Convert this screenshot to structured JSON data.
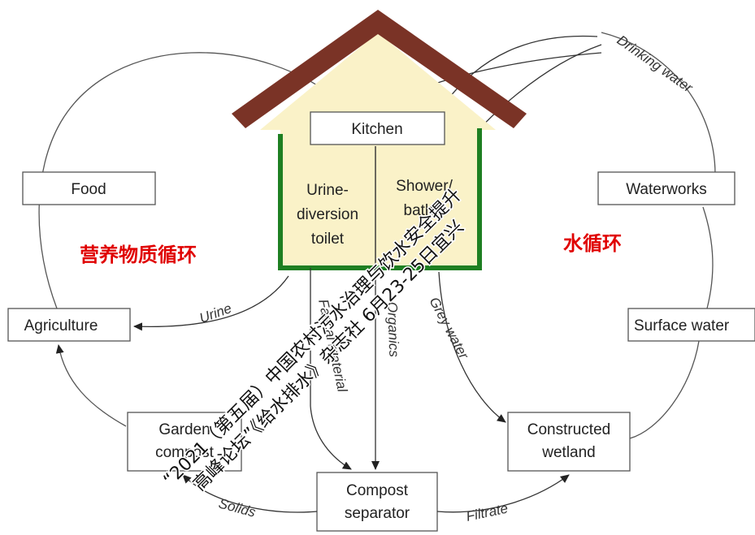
{
  "nodes": {
    "kitchen": "Kitchen",
    "urine_toilet": [
      "Urine-",
      "diversion",
      "toilet"
    ],
    "shower_bath": [
      "Shower/",
      "bath"
    ],
    "food": "Food",
    "waterworks": "Waterworks",
    "agriculture": "Agriculture",
    "surface_water": "Surface water",
    "garden_compost": [
      "Garden",
      "compost"
    ],
    "constructed_wetland": [
      "Constructed",
      "wetland"
    ],
    "compost_separator": [
      "Compost",
      "separator"
    ]
  },
  "flows": {
    "drinking_water": "Drinking water",
    "urine": "Urine",
    "faecal_material": "Faecal material",
    "organics": "Organics",
    "grey_water": "Grey water",
    "solids": "Solids",
    "filtrate": "Filtrate"
  },
  "cycle_labels": {
    "nutrient": "营养物质循环",
    "water": "水循环"
  },
  "watermark": {
    "line1": "“2021（第五届）中国农村污水治理与饮水安全提升",
    "line2": "高峰论坛”《给水排水》杂志社 6月23-25日宜兴"
  },
  "colors": {
    "roof": "#7a3326",
    "house_fill": "#faf2c8",
    "house_border": "#1e7f22",
    "accent_red": "#e00000"
  }
}
